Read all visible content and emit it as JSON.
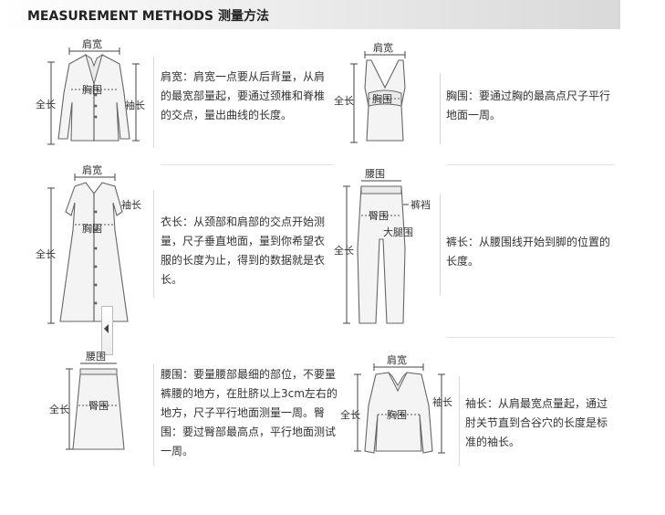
{
  "header": {
    "title": "MEASUREMENT METHODS 测量方法"
  },
  "labels": {
    "shoulder": "肩宽",
    "chest": "胸围",
    "length": "全长",
    "sleeve": "袖长",
    "waist": "腰围",
    "hip": "臀围",
    "crotch": "裤裆",
    "thigh": "大腿围"
  },
  "descriptions": {
    "shoulder": "肩宽：肩宽一点要从后背量，从肩的最宽部量起，要通过颈椎和脊椎的交点，量出曲线的长度。",
    "chest": "胸围：要通过胸的最高点尺子平行地面一周。",
    "garment_length": "衣长：从颈部和肩部的交点开始测量，尺子垂直地面，量到你希望衣服的长度为止，得到的数据就是衣长。",
    "pants_length": "裤长：从腰围线开始到脚的位置的长度。",
    "waist_hip": "腰围：要量腰部最细的部位，不要量裤腰的地方，在肚脐以上3cm左右的地方，尺子平行地面测量一周。臀围：要过臀部最高点，平行地面测试一周。",
    "sleeve": "袖长：从肩最宽点量起，通过肘关节直到合谷穴的长度是标准的袖长。"
  }
}
